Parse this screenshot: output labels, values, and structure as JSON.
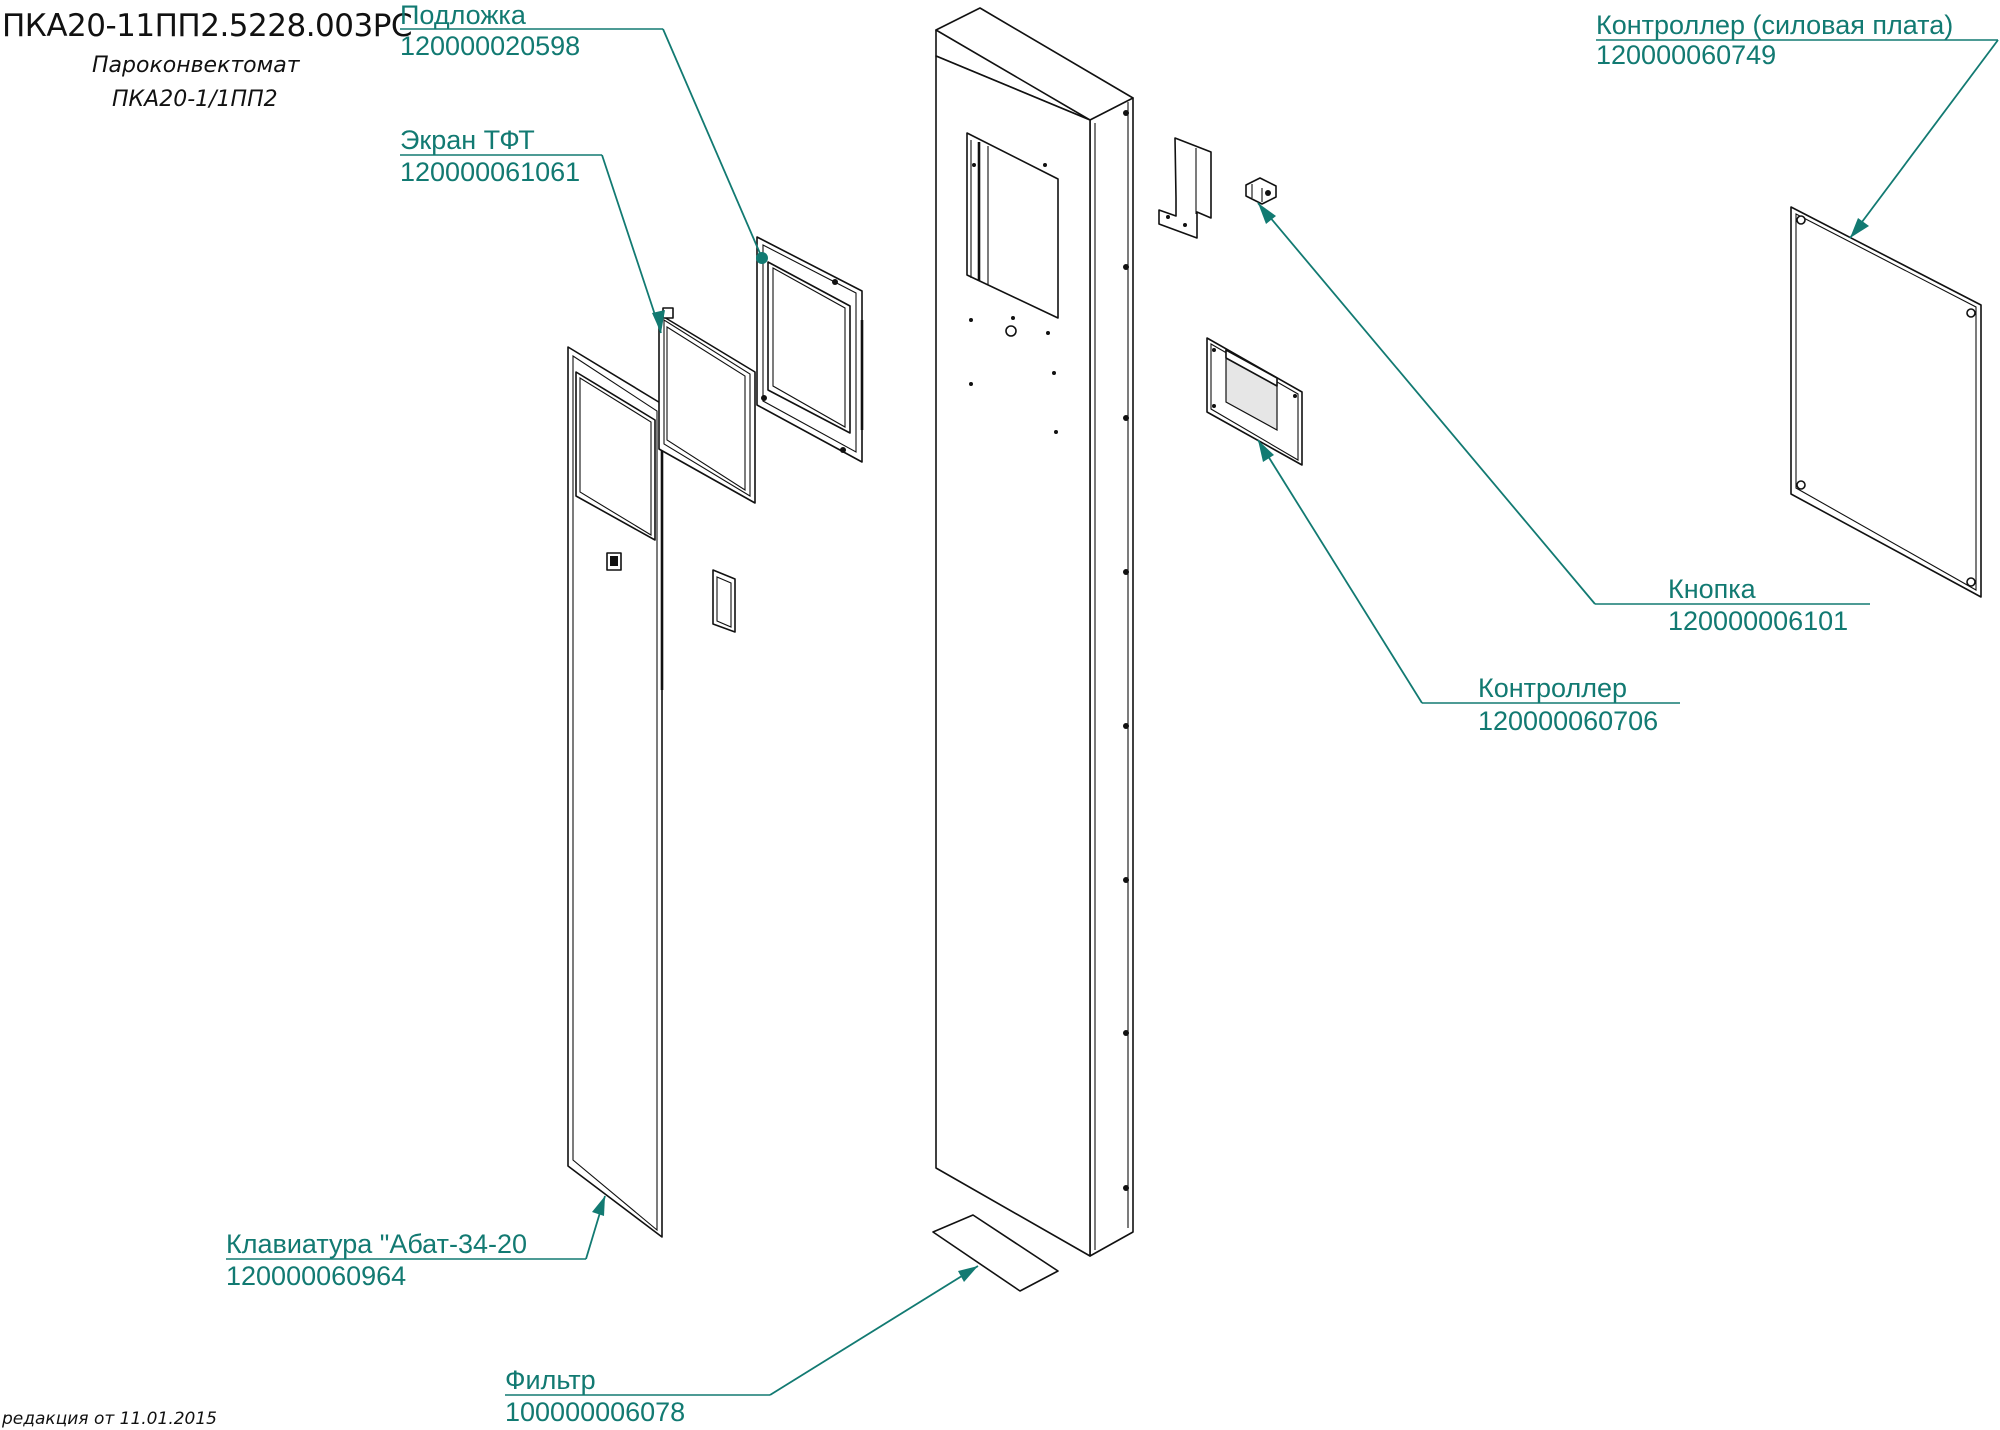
{
  "header": {
    "doc_code": "ПКА20-11ПП2.5228.003РС",
    "subtitle_line1": "Пароконвектомат",
    "subtitle_line2": "ПКА20-1/1ПП2"
  },
  "footer": {
    "revision": "редакция от 11.01.2015"
  },
  "callouts": {
    "podlozhka": {
      "name": "Подложка",
      "code": "120000020598"
    },
    "ekran": {
      "name": "Экран ТФТ",
      "code": "120000061061"
    },
    "power_controller": {
      "name": "Контроллер (силовая плата)",
      "code": "120000060749"
    },
    "knopka": {
      "name": "Кнопка",
      "code": "120000006101"
    },
    "controller": {
      "name": "Контроллер",
      "code": "120000060706"
    },
    "keyboard": {
      "name": "Клавиатура \"Абат-34-20",
      "code": "120000060964"
    },
    "filter": {
      "name": "Фильтр",
      "code": "100000006078"
    }
  },
  "colors": {
    "callout": "#127a72",
    "line_art": "#111111"
  }
}
